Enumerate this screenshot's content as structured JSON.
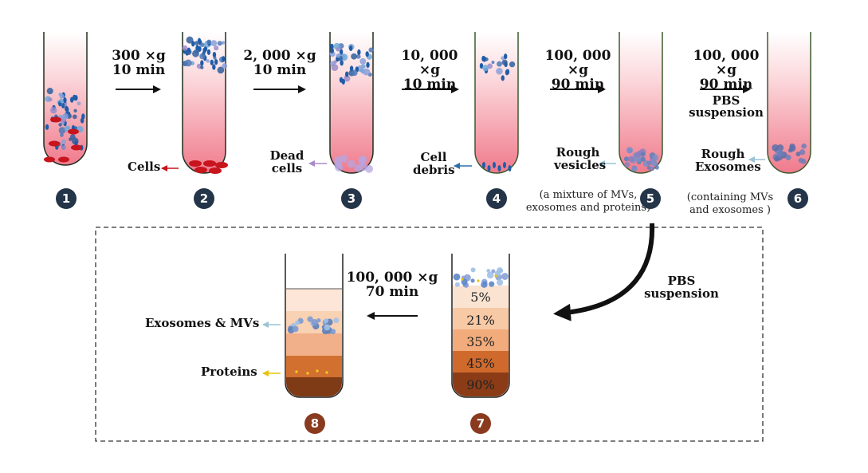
{
  "steps": [
    {
      "number": "1"
    },
    {
      "number": "2",
      "step_label_1": "300 ×g",
      "step_label_2": "10 min",
      "pellet_label_1": "Cells",
      "pellet_label_2": ""
    },
    {
      "number": "3",
      "step_label_1": "2, 000 ×g",
      "step_label_2": "10 min",
      "pellet_label_1": "Dead",
      "pellet_label_2": "cells"
    },
    {
      "number": "4",
      "step_label_1": "10, 000 ×g",
      "step_label_2": "10 min",
      "pellet_label_1": "Cell",
      "pellet_label_2": "debris"
    },
    {
      "number": "5",
      "step_label_1": "100, 000 ×g",
      "step_label_2": "90 min",
      "pellet_label_1": "Rough",
      "pellet_label_2": "vesicles",
      "note_1": "(a mixture of MVs,",
      "note_2": "exosomes and proteins)"
    },
    {
      "number": "6",
      "step_label_1": "100, 000 ×g",
      "step_label_2": "90 min",
      "step_label_3": "PBS",
      "step_label_4": "suspension",
      "pellet_label_1": "Rough",
      "pellet_label_2": "Exosomes",
      "note_1": "(containing MVs",
      "note_2": "and exosomes )"
    }
  ],
  "gradient": {
    "number": "7",
    "layers": [
      "5%",
      "21%",
      "35%",
      "45%",
      "90%"
    ],
    "transfer_label_1": "PBS",
    "transfer_label_2": "suspension"
  },
  "final": {
    "number": "8",
    "step_label_1": "100, 000 ×g",
    "step_label_2": "70 min",
    "exosomes_label": "Exosomes & MVs",
    "proteins_label": "Proteins"
  },
  "colors": {
    "tube_pink_top": "#fde8ea",
    "tube_pink_bottom": "#f07a8c",
    "cells": "#c8141c",
    "arrow_cells": "#c8141c",
    "arrow_dead": "#a98ac8",
    "arrow_debris": "#2f6ea8",
    "arrow_light": "#9cc3d6",
    "arrow_proteins": "#e6c40b",
    "number_dark": "#243449",
    "number_brown": "#8a3a1e",
    "layer_5": "#fbe3d2",
    "layer_21": "#f7c9a5",
    "layer_35": "#f2ab7a",
    "layer_45": "#cf6a2c",
    "layer_90": "#8b3c16"
  }
}
